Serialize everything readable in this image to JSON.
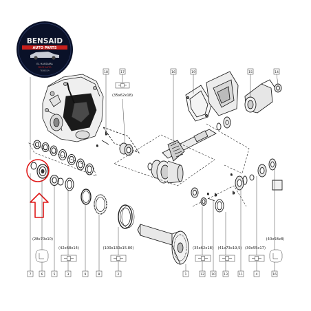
{
  "logo": {
    "brand": "BENSAID",
    "tagline": "AUTO PARTS",
    "line1": "EL HASSAIRA",
    "line2": "PIECE AUTO",
    "line3": "TEBESSA"
  },
  "sizes": {
    "s_35x62x18": "(35x62x18)",
    "s_28x70x10": "(28x70x10)",
    "s_42x68x14": "(42x68x14)",
    "s_100x130": "(100x130x15.80)",
    "s_35x62x18_b": "(35x62x18)",
    "s_41x73": "(41x73x19,5)",
    "s_30x55": "(30x55x17)",
    "s_40x58": "(40x58x8)"
  },
  "refs": {
    "r18": "18",
    "r17": "17",
    "r16": "16",
    "r19": "19",
    "r15": "15",
    "r14": "14",
    "r7": "7",
    "r6": "6",
    "r5": "5",
    "r3": "3",
    "r9": "9",
    "r8": "8",
    "r2": "2",
    "r1": "1",
    "r12": "12",
    "r10": "10",
    "r13": "13",
    "r11": "11",
    "r4": "4",
    "rb16": "16",
    "rb11": "11",
    "rb13": "13",
    "rb10": "10",
    "rb12": "12"
  },
  "colors": {
    "highlight": "#e01818",
    "line": "#222222",
    "logo_bg": "#0a1128",
    "logo_accent": "#c8201c"
  }
}
